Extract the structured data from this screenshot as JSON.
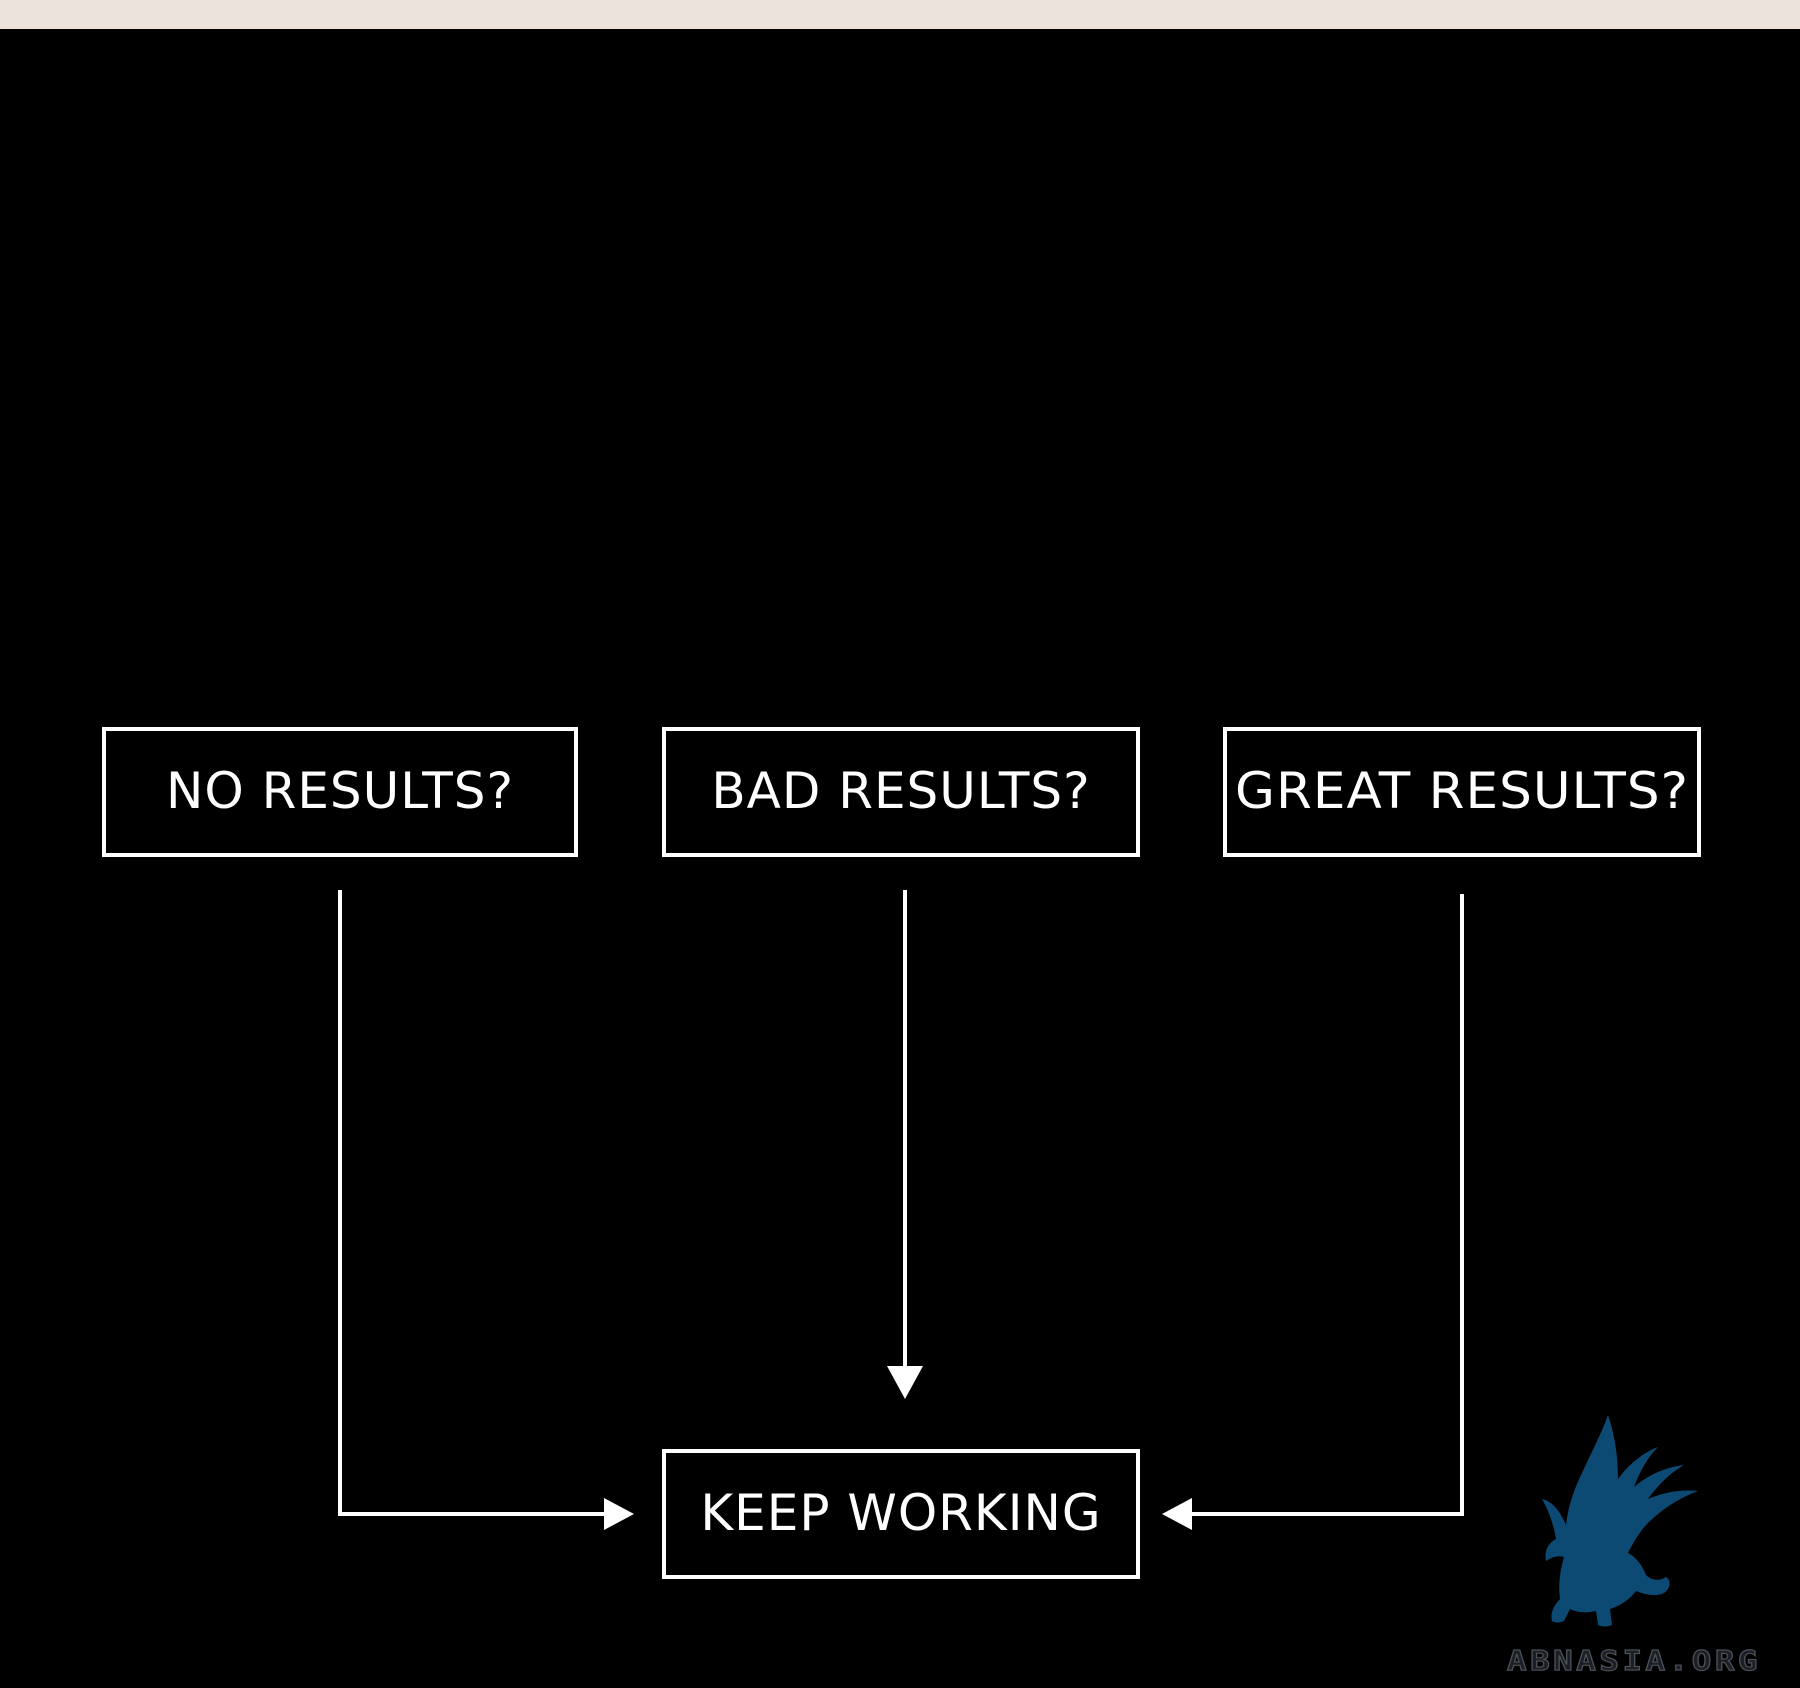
{
  "diagram": {
    "nodes": [
      {
        "id": "no_results",
        "label": "NO RESULTS?"
      },
      {
        "id": "bad_results",
        "label": "BAD RESULTS?"
      },
      {
        "id": "great_results",
        "label": "GREAT RESULTS?"
      },
      {
        "id": "keep_working",
        "label": "KEEP WORKING"
      }
    ],
    "edges": [
      {
        "from": "no_results",
        "to": "keep_working"
      },
      {
        "from": "bad_results",
        "to": "keep_working"
      },
      {
        "from": "great_results",
        "to": "keep_working"
      }
    ]
  },
  "watermark": {
    "text": "ABNASIA.ORG",
    "logo_icon": "griffin-icon",
    "color": "#0d4a73"
  },
  "colors": {
    "background": "#000000",
    "top_band": "#ece4dc",
    "line": "#ffffff"
  }
}
